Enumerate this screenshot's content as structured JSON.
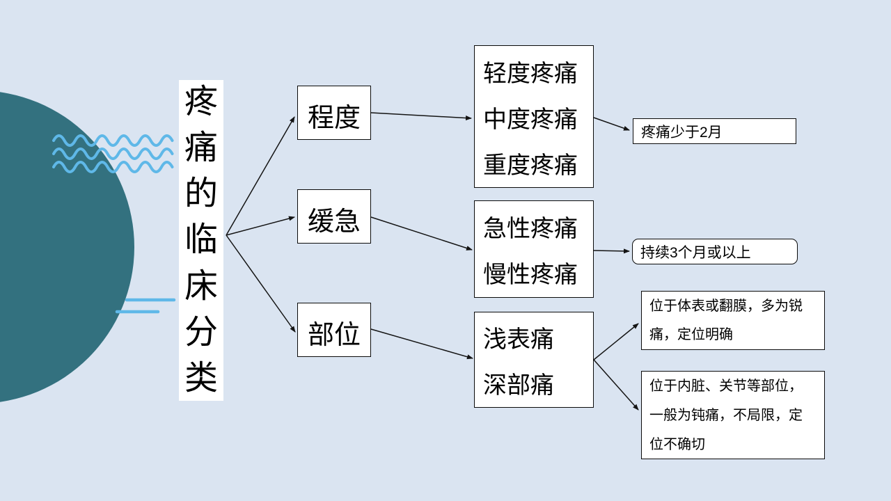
{
  "title": {
    "text": "疼痛的临床分类",
    "chars": [
      "疼",
      "痛",
      "的",
      "临",
      "床",
      "分",
      "类"
    ]
  },
  "categories": [
    {
      "label": "程度"
    },
    {
      "label": "缓急"
    },
    {
      "label": "部位"
    }
  ],
  "subtypes": [
    {
      "lines": [
        "轻度疼痛",
        "中度疼痛",
        "重度疼痛"
      ]
    },
    {
      "lines": [
        "急性疼痛",
        "慢性疼痛"
      ]
    },
    {
      "lines": [
        "浅表痛",
        "深部痛"
      ]
    }
  ],
  "notes": [
    {
      "text": "疼痛少于2月"
    },
    {
      "text": "持续3个月或以上"
    },
    {
      "lines": [
        "位于体表或翻膜，多为锐",
        "痛，定位明确"
      ]
    },
    {
      "lines": [
        "位于内脏、关节等部位，",
        "一般为钝痛，不局限，定",
        "位不确切"
      ]
    }
  ],
  "colors": {
    "background": "#dae4f1",
    "circle": "#33717f",
    "wave": "#5fb8e8",
    "box_fill": "#ffffff",
    "box_border": "#0a0a0a",
    "arrow": "#141414"
  }
}
